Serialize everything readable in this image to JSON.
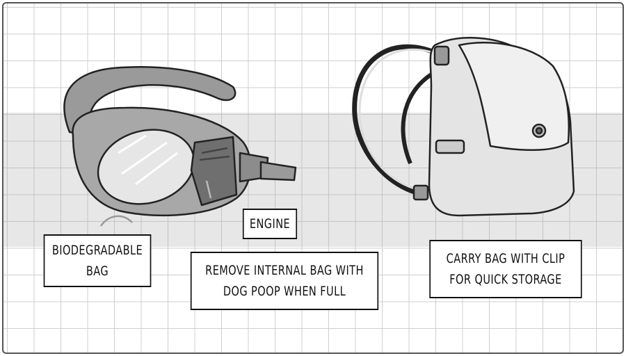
{
  "labels": {
    "biodegradable_bag": "BIODEGRADABLE\nBAG",
    "engine": "ENGINE",
    "remove_bag": "REMOVE INTERNAL BAG WITH\nDOG POOP WHEN FULL",
    "carry_bag": "CARRY BAG WITH CLIP\nFOR QUICK STORAGE"
  }
}
